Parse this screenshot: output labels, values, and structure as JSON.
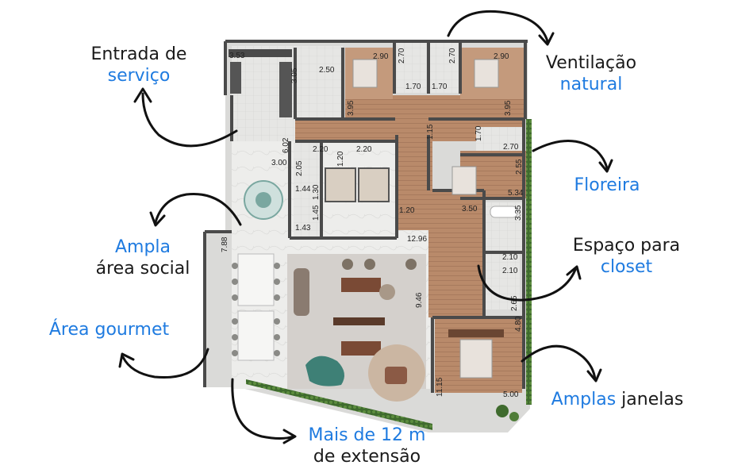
{
  "callouts": {
    "entrada": {
      "line1": "Entrada de",
      "line2": "serviço"
    },
    "ventilacao": {
      "line1": "Ventilação",
      "line2": "natural"
    },
    "floreira": {
      "line1": "Floreira"
    },
    "ampla": {
      "line1": "Ampla",
      "line2": "área social"
    },
    "espaco": {
      "line1": "Espaço para",
      "line2": "closet"
    },
    "gourmet": {
      "line1": "Área gourmet"
    },
    "extensao": {
      "line1": "Mais de 12 m",
      "line2": "de extensão"
    },
    "janelas": {
      "word1": "Amplas",
      "word2": " janelas"
    }
  },
  "dimensions": {
    "d353": "3.53",
    "d305": "3.05",
    "d250": "2.50",
    "d290a": "2.90",
    "d270a": "2.70",
    "d270b": "2.70",
    "d290b": "2.90",
    "d170a": "1.70",
    "d170b": "1.70",
    "d395a": "3.95",
    "d395b": "3.95",
    "d115": "1.15",
    "d170c": "1.70",
    "d602": "6.02",
    "d220a": "2.20",
    "d220b": "2.20",
    "d120a": "1.20",
    "d270c": "2.70",
    "d300": "3.00",
    "d205": "2.05",
    "d255": "2.55",
    "d144": "1.44",
    "d130": "1.30",
    "d534": "5.34",
    "d145": "1.45",
    "d120b": "1.20",
    "d350": "3.50",
    "d335": "3.35",
    "d143": "1.43",
    "d1296": "12.96",
    "d788": "7.88",
    "d210a": "2.10",
    "d210b": "2.10",
    "d946": "9.46",
    "d265": "2.65",
    "d480": "4.80",
    "d1115": "11.15",
    "d500": "5.00"
  },
  "colors": {
    "accent": "#1f7be0",
    "text": "#1a1a1a",
    "wood": "#b58566",
    "wall": "#4a4a4a",
    "marble": "#ebebea",
    "planter": "#3f6b2e"
  }
}
